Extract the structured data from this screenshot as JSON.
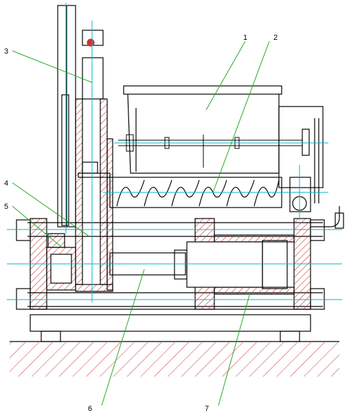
{
  "drawing": {
    "part_labels": {
      "hopper": "1",
      "screw": "2",
      "rod": "3",
      "vertical_chamber": "4",
      "press_head": "5",
      "ram": "6",
      "hydraulic_cylinder": "7"
    }
  },
  "colors": {
    "outline": "#000000",
    "hatch": "#cc3333",
    "centerline": "#00b4c8",
    "leader": "#22aa22",
    "component": "#1a1a1a"
  }
}
